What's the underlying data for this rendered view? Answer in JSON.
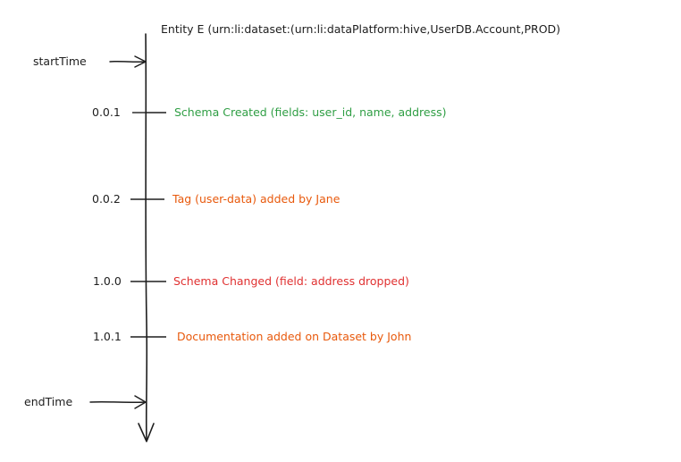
{
  "title": "Entity E (urn:li:dataset:(urn:li:dataPlatform:hive,UserDB.Account,PROD)",
  "start_label": "startTime",
  "end_label": "endTime",
  "events": [
    {
      "version": "0.0.1",
      "text": "Schema Created (fields: user_id, name, address)",
      "color": "#2f9e44"
    },
    {
      "version": "0.0.2",
      "text": "Tag (user-data) added by Jane",
      "color": "#e8590c"
    },
    {
      "version": "1.0.0",
      "text": "Schema Changed (field: address dropped)",
      "color": "#e03131"
    },
    {
      "version": "1.0.1",
      "text": "Documentation added on Dataset by John",
      "color": "#e8590c"
    }
  ],
  "colors": {
    "ink": "#1e1e1e"
  }
}
